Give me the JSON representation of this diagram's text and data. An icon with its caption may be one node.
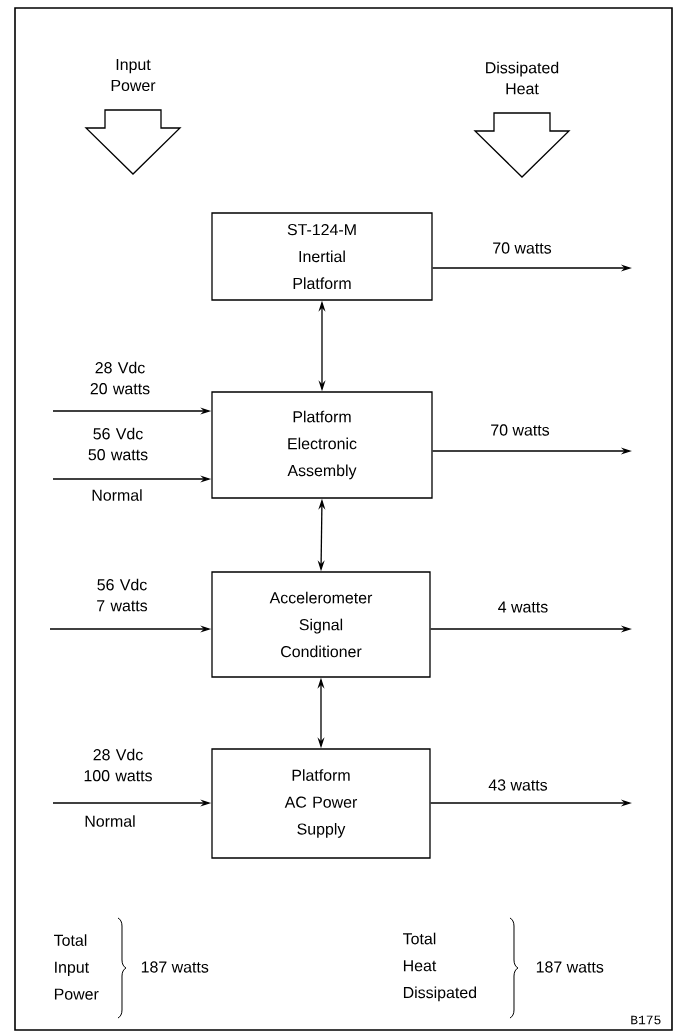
{
  "diagram": {
    "nodes": [
      {
        "text": [
          "ST-124-M Inertial Platform"
        ]
      },
      {
        "text": [
          "Platform Electronic Assembly"
        ]
      },
      {
        "text": [
          "Accelerometer Signal Conditioner"
        ]
      },
      {
        "text": [
          "Platform AC Power Supply"
        ]
      }
    ],
    "edges": [
      {
        "from": 0,
        "to": 1,
        "arrow": "both"
      },
      {
        "from": 1,
        "to": 2,
        "arrow": "both"
      },
      {
        "from": 2,
        "to": 3,
        "arrow": "both"
      },
      {
        "from": null,
        "to": 1,
        "arrow": "to",
        "label": "28 Vdc 20 watts"
      },
      {
        "from": null,
        "to": 1,
        "arrow": "to",
        "label": "56 Vdc 50 watts"
      },
      {
        "from": null,
        "to": 2,
        "arrow": "to",
        "label": "56 Vdc 7 watts"
      },
      {
        "from": null,
        "to": 3,
        "arrow": "to",
        "label": "28 Vdc 100 watts"
      },
      {
        "from": 0,
        "to": null,
        "arrow": "to",
        "label": "70 watts"
      },
      {
        "from": 1,
        "to": null,
        "arrow": "to",
        "label": "70 watts"
      },
      {
        "from": 2,
        "to": null,
        "arrow": "to",
        "label": "4 watts"
      },
      {
        "from": 3,
        "to": null,
        "arrow": "to",
        "label": "43 watts"
      }
    ],
    "labels": [
      "Input Power",
      "Dissipated Heat",
      "Normal",
      "Normal",
      "Total Input Power",
      "187 watts",
      "Total Heat Dissipated",
      "187 watts",
      "B175"
    ]
  }
}
